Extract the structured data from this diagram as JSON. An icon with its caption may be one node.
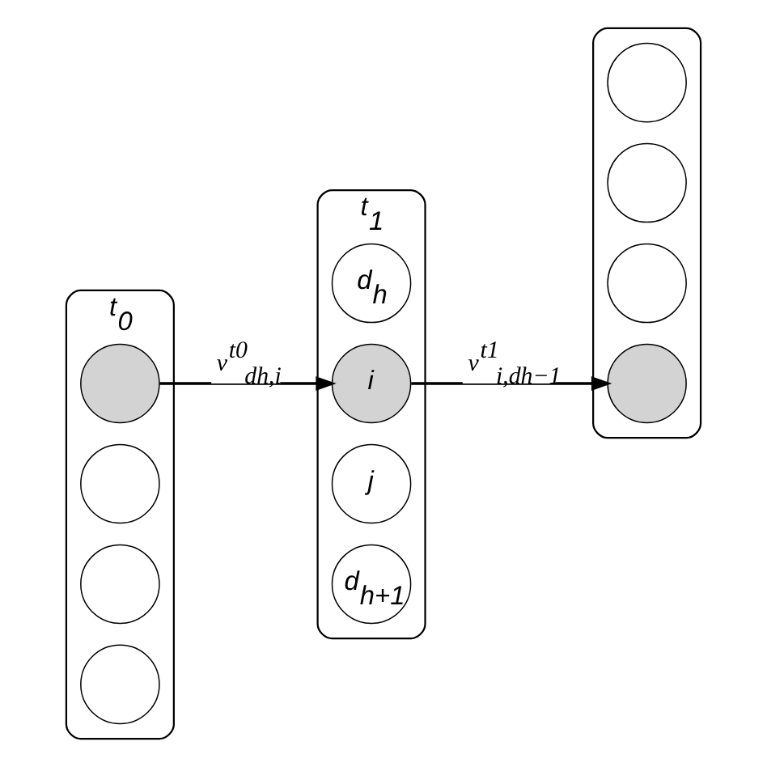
{
  "diagram": {
    "nodes": [
      {
        "text": [
          "t$_{0}$"
        ]
      },
      {
        "text": [],
        "shape": "circle",
        "in": 0
      },
      {
        "text": [],
        "shape": "circle",
        "in": 0
      },
      {
        "text": [],
        "shape": "circle",
        "in": 0
      },
      {
        "text": [],
        "shape": "circle",
        "in": 0
      },
      {
        "text": [
          "t$_{1}$"
        ]
      },
      {
        "text": [
          "d$_{h}$"
        ],
        "in": 5
      },
      {
        "text": [
          "i"
        ],
        "in": 5
      },
      {
        "text": [
          "j"
        ],
        "in": 5
      },
      {
        "text": [
          "d$_{h+1}$"
        ],
        "in": 5
      },
      {
        "text": [],
        "shape": "box"
      },
      {
        "text": [],
        "shape": "circle",
        "in": 10
      },
      {
        "text": [],
        "shape": "circle",
        "in": 10
      },
      {
        "text": [],
        "shape": "circle",
        "in": 10
      },
      {
        "text": [],
        "shape": "circle",
        "in": 10
      }
    ],
    "edges": [
      {
        "from": 1,
        "to": 7,
        "arrow": "to",
        "label": "v$^{t0}$$_{dh,i}$"
      },
      {
        "from": 7,
        "to": 14,
        "arrow": "to",
        "label": "v$^{t1}$$_{i,dh−1}$"
      }
    ]
  }
}
